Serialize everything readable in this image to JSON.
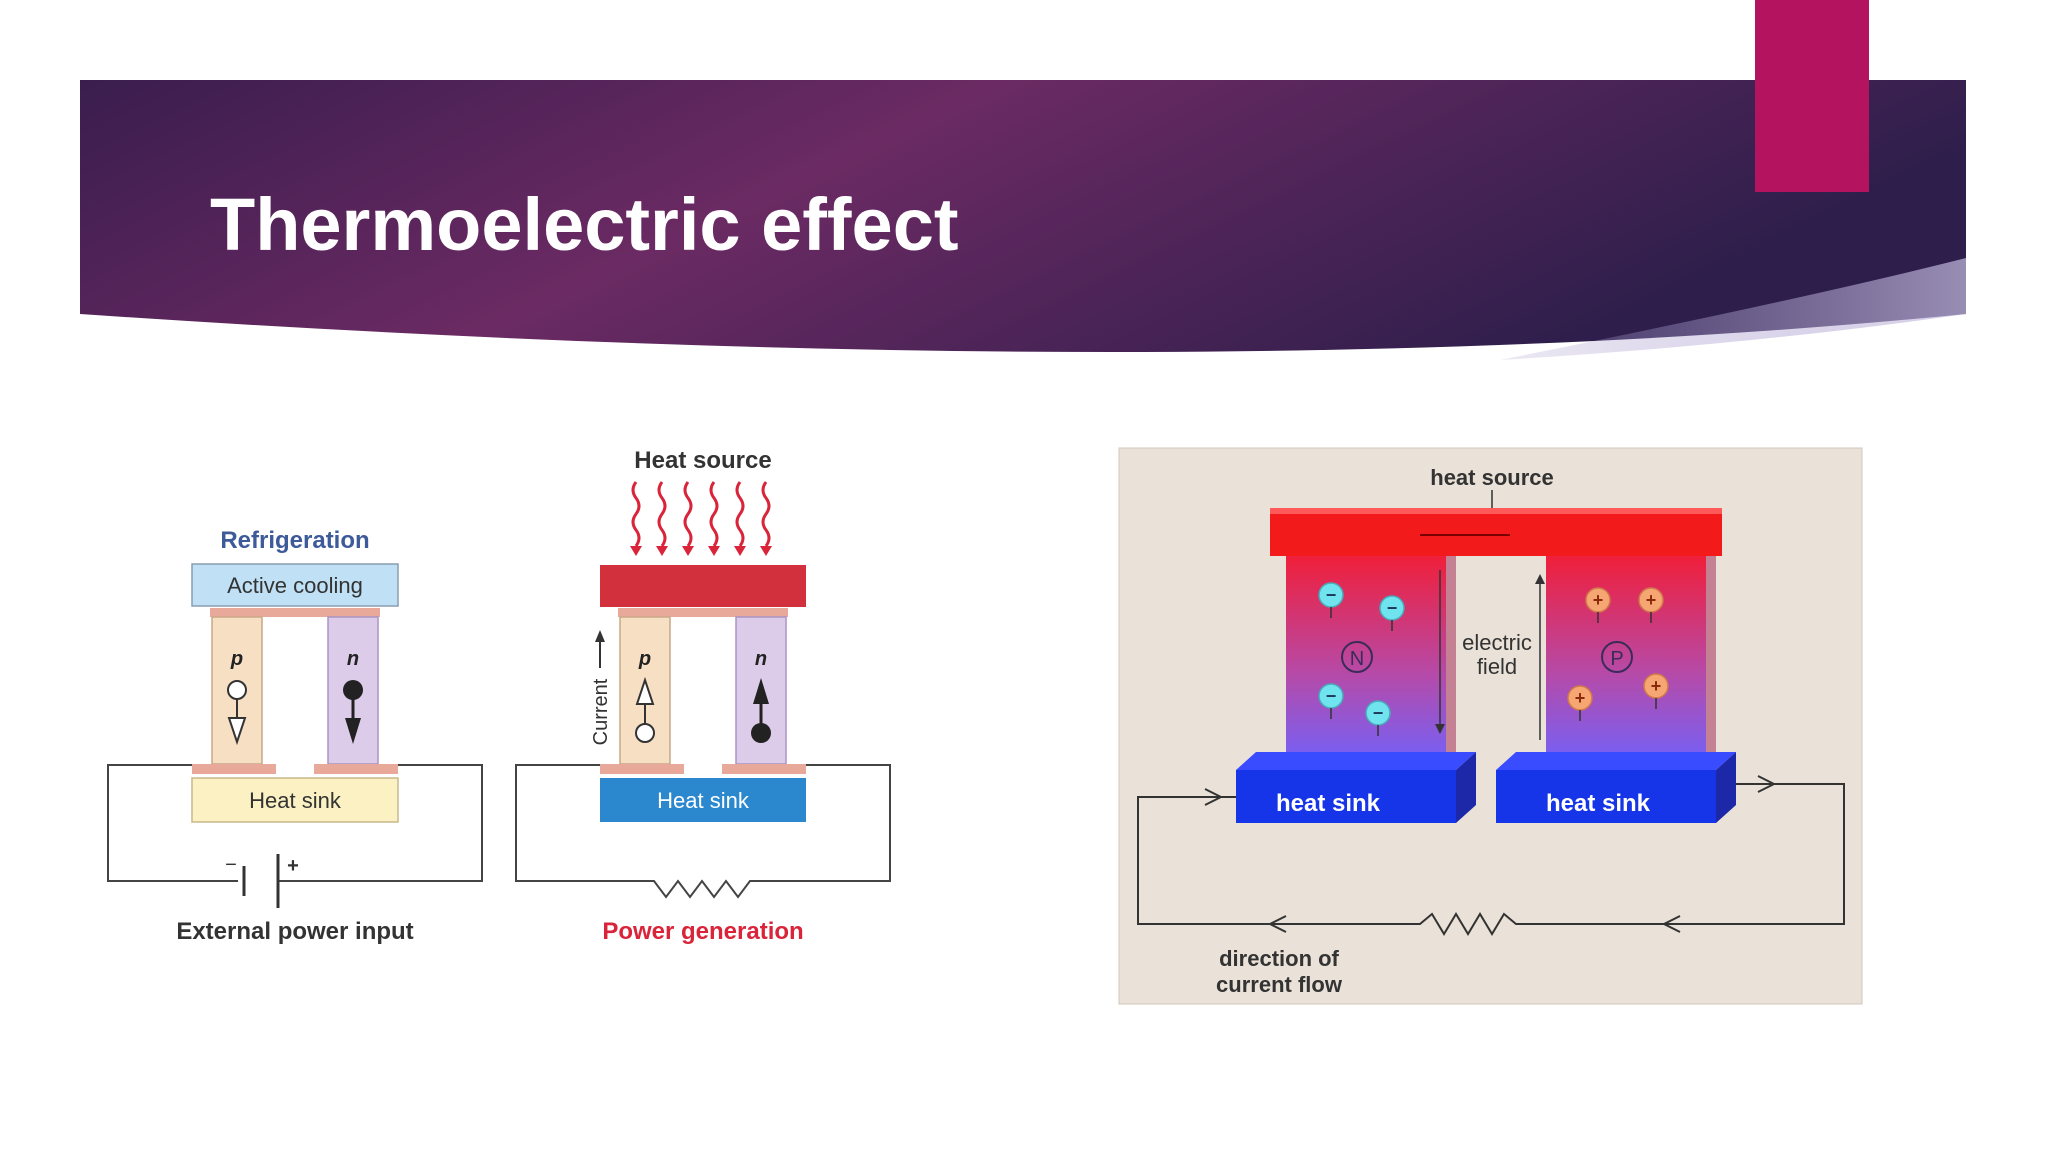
{
  "slide": {
    "title": "Thermoelectric effect",
    "accent_color": "#b3135f",
    "banner_color_start": "#3a1d4e",
    "banner_color_mid": "#6b2a63",
    "banner_color_end": "#2d1e4b"
  },
  "left_diagram": {
    "refrigeration": {
      "caption": "Refrigeration",
      "top_plate": "Active cooling",
      "p_label": "p",
      "n_label": "n",
      "bottom_plate": "Heat sink",
      "battery_minus": "−",
      "battery_plus": "+",
      "footer": "External power input"
    },
    "generation": {
      "caption": "Heat source",
      "current_label": "Current",
      "p_label": "p",
      "n_label": "n",
      "bottom_plate": "Heat sink",
      "footer": "Power generation"
    }
  },
  "right_diagram": {
    "heat_source": "heat source",
    "n_label": "N",
    "p_label": "P",
    "field_label_1": "electric",
    "field_label_2": "field",
    "sink_left": "heat sink",
    "sink_right": "heat sink",
    "flow_label_1": "direction of",
    "flow_label_2": "current flow",
    "electron_sign": "−",
    "hole_sign": "+"
  }
}
